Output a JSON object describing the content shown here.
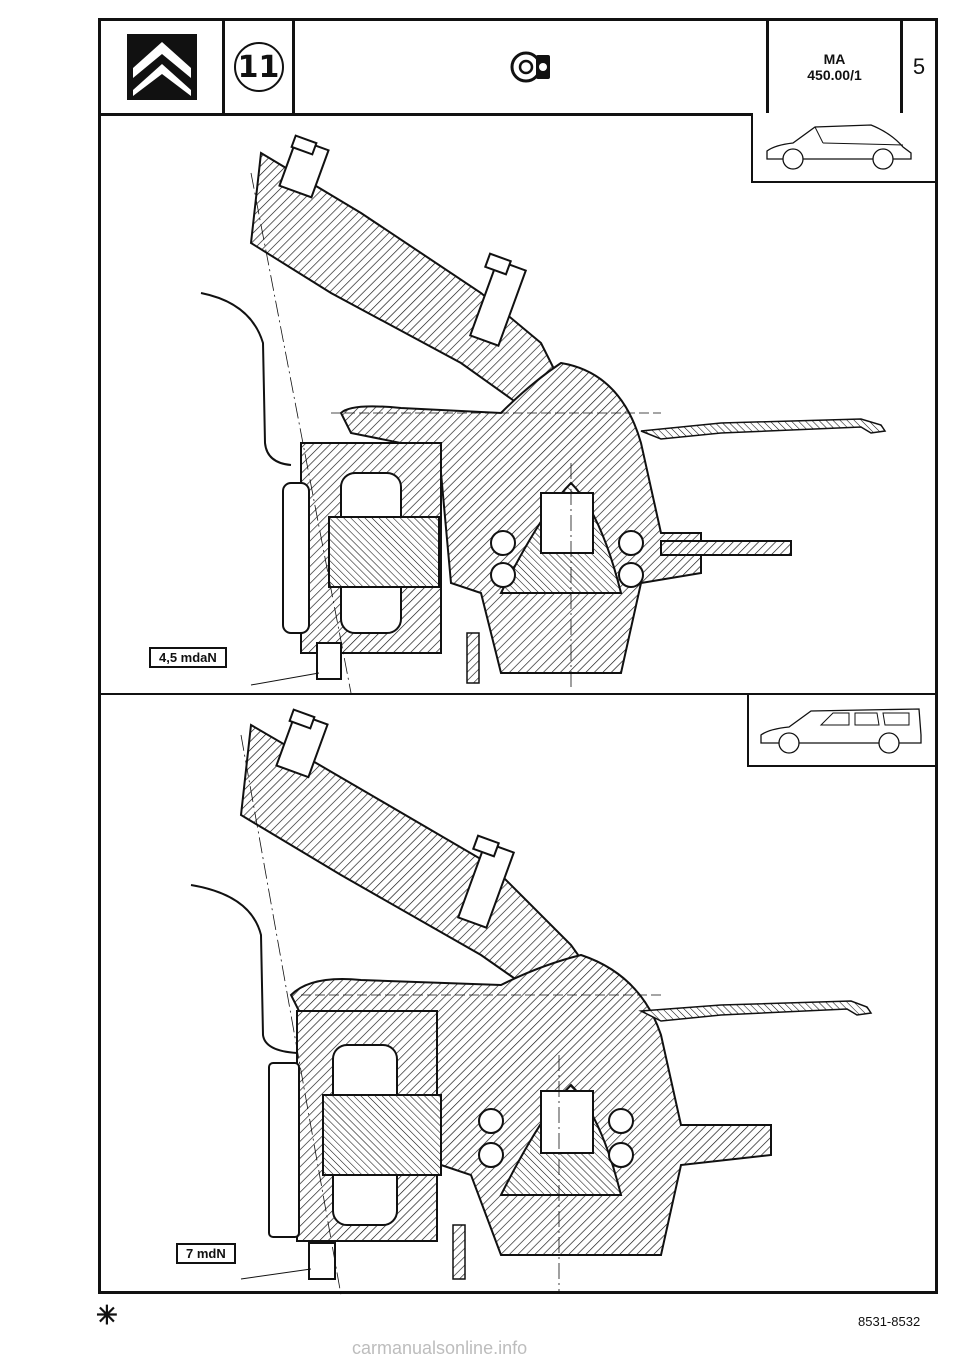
{
  "header": {
    "group_number": "11",
    "ref_line1": "MA",
    "ref_line2": "450.00/1",
    "page_number": "5",
    "brand_icon": "double-chevron-logo",
    "section_icon": "brake-disc-icon"
  },
  "top_panel": {
    "vehicle": "hatchback-silhouette",
    "torque_label": "4,5 mdaN"
  },
  "bottom_panel": {
    "vehicle": "estate-silhouette",
    "torque_label": "7 mdN"
  },
  "footer": {
    "mark": "✳",
    "code": "8531-8532",
    "watermark": "carmanualsonline.info"
  }
}
